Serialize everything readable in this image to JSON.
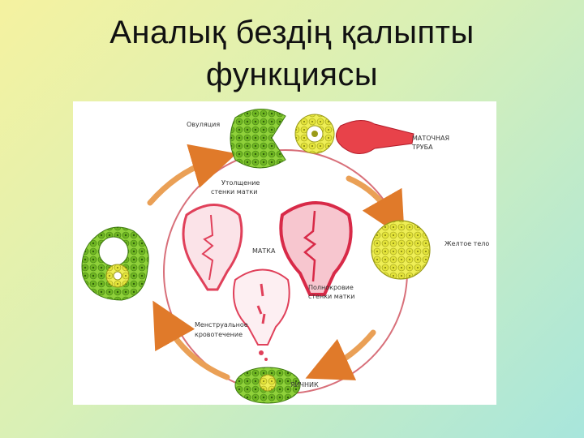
{
  "title": {
    "line1": "Аналық бездің қалыпты",
    "line2": "функциясы"
  },
  "diagram": {
    "labels": {
      "ovulation": "Овуляция",
      "tube_line1": "МАТОЧНАЯ",
      "tube_line2": "ТРУБА",
      "thickening_line1": "Утолщение",
      "thickening_line2": "стенки матки",
      "uterus": "МАТКА",
      "corpus_luteum": "Желтое тело",
      "full_blood_line1": "Полнокровие",
      "full_blood_line2": "стенки матки",
      "menstrual_line1": "Менструальное",
      "menstrual_line2": "кровотечение",
      "ovary": "ЯИЧНИК"
    },
    "colors": {
      "cell_green": "#7dc32a",
      "cell_yellow": "#e6e62e",
      "uterus_pink": "#e0405a",
      "arrow_orange": "#e89a4a",
      "circle_red": "#d8707a"
    }
  }
}
